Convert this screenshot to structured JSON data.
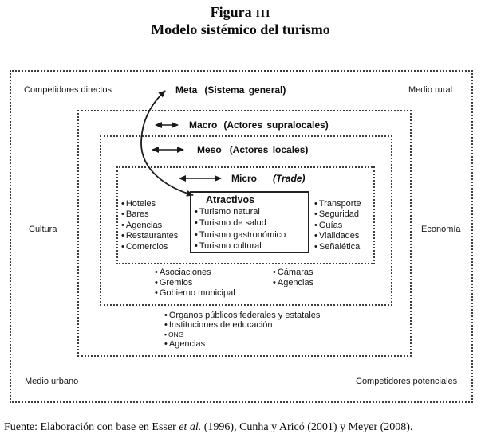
{
  "title": {
    "label": "Figura",
    "numeral": "III",
    "subtitle": "Modelo sistémico del turismo"
  },
  "diagram": {
    "corners": {
      "top_left": "Competidores directos",
      "top_right": "Medio rural",
      "bottom_left": "Medio urbano",
      "bottom_right": "Competidores potenciales",
      "left": "Cultura",
      "right": "Economía"
    },
    "levels": {
      "meta": {
        "name": "Meta",
        "qualifier": "(Sistema general)"
      },
      "macro": {
        "name": "Macro",
        "qualifier": "(Actores supralocales)"
      },
      "meso": {
        "name": "Meso",
        "qualifier": "(Actores locales)"
      },
      "micro": {
        "name": "Micro",
        "qualifier": "(Trade)"
      }
    },
    "micro_left_items": [
      "Hoteles",
      "Bares",
      "Agencias",
      "Restaurantes",
      "Comercios"
    ],
    "micro_right_items": [
      "Transporte",
      "Seguridad",
      "Guías",
      "Vialidades",
      "Señalética"
    ],
    "atractivos": {
      "title": "Atractivos",
      "items": [
        "Turismo natural",
        "Turismo de salud",
        "Turismo gastronómico",
        "Turismo cultural"
      ]
    },
    "meso_left_items": [
      "Asociaciones",
      "Gremios",
      "Gobierno municipal"
    ],
    "meso_right_items": [
      "Cámaras",
      "Agencias"
    ],
    "macro_items": [
      "Organos públicos federales y estatales",
      "Instituciones de educación",
      "ONG",
      "Agencias"
    ],
    "arrow_color": "#1a1a1a"
  },
  "footer": {
    "prefix": "Fuente: Elaboración con base en Esser ",
    "italic": "et al.",
    "suffix": " (1996), Cunha y Aricó (2001) y Meyer (2008)."
  }
}
